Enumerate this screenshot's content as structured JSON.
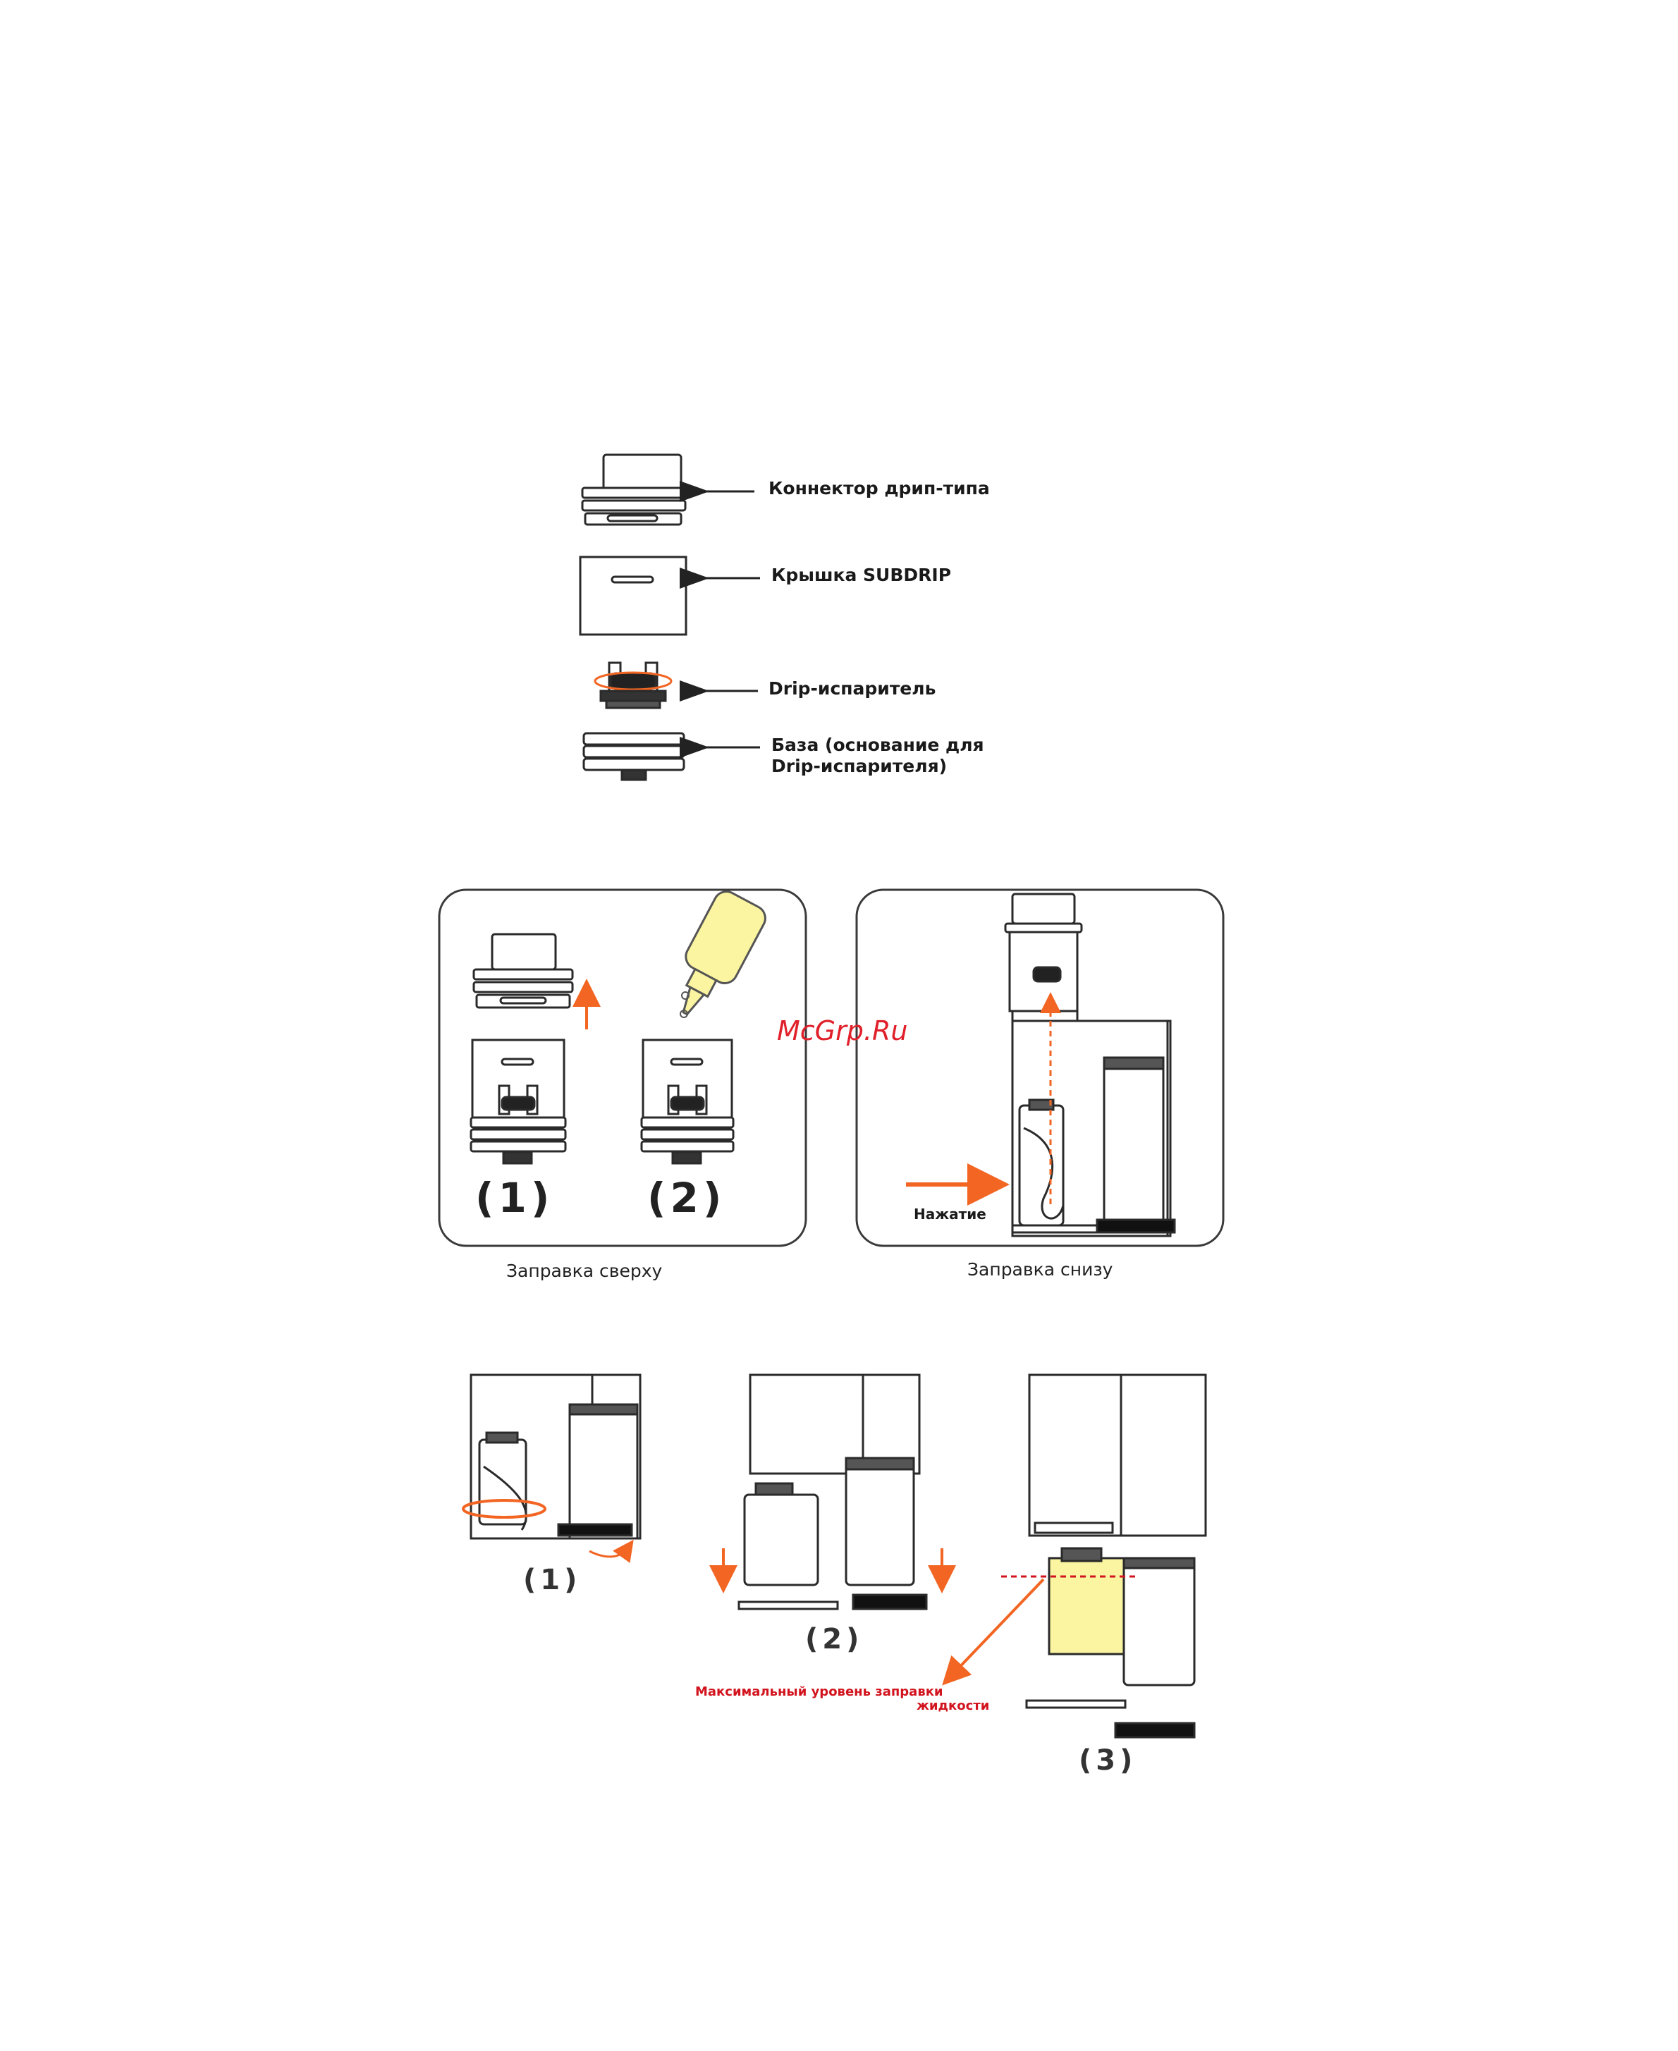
{
  "parts": {
    "drip_connector": "Коннектор дрип-типа",
    "subdrip_cap": "Крышка SUBDRIP",
    "drip_atomizer": "Drip-испаритель",
    "base_line1": "База (основание для",
    "base_line2": "Drip-испарителя)"
  },
  "refill": {
    "top_caption": "Заправка сверху",
    "bottom_caption": "Заправка снизу",
    "step1": "(1)",
    "step2": "(2)",
    "press_label": "Нажатие"
  },
  "disassembly": {
    "step1": "(1)",
    "step2": "(2)",
    "step3": "(3)",
    "max_level_line1": "Максимальный уровень заправки",
    "max_level_line2": "жидкости"
  },
  "watermark": "McGrp.Ru",
  "colors": {
    "arrow_orange": "#f26522",
    "liquid_yellow": "#fbf4a0",
    "warning_red": "#d2141e",
    "line_dark": "#2a2a2a"
  }
}
